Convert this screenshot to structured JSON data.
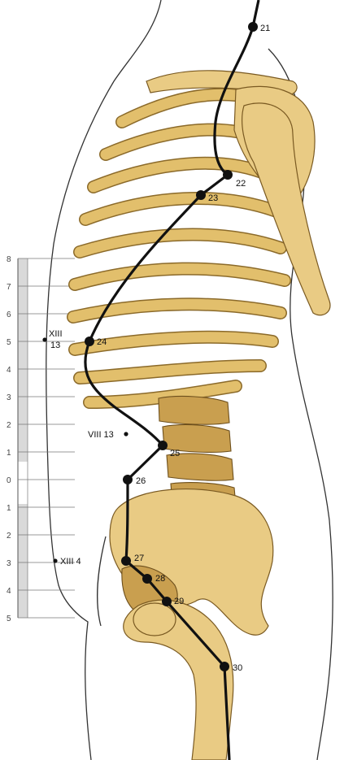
{
  "scale": {
    "labels": [
      "8",
      "7",
      "6",
      "5",
      "4",
      "3",
      "2",
      "1",
      "0",
      "1",
      "2",
      "3",
      "4",
      "5"
    ]
  },
  "meridian_points": [
    {
      "label": "21"
    },
    {
      "label": "22"
    },
    {
      "label": "23"
    },
    {
      "label": "24"
    },
    {
      "label": "25"
    },
    {
      "label": "26"
    },
    {
      "label": "27"
    },
    {
      "label": "28"
    },
    {
      "label": "29"
    },
    {
      "label": "30"
    }
  ],
  "reference_marks": [
    {
      "line1": "XIII",
      "line2": "13"
    },
    {
      "line1": "VIII 13",
      "line2": ""
    },
    {
      "line1": "XIII 4",
      "line2": ""
    }
  ],
  "colors": {
    "bone": "#e9cb84",
    "bone_shadow": "#c99f4f",
    "meridian_line": "#111111",
    "scale_shade": "#d9d9d9"
  }
}
